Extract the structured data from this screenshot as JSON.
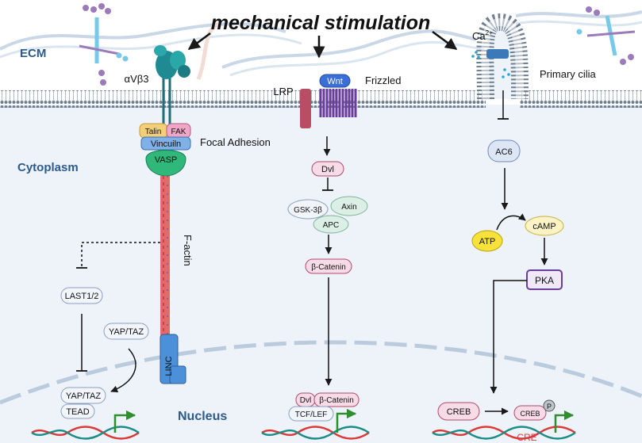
{
  "title": "mechanical stimulation",
  "regions": {
    "ecm": "ECM",
    "cytoplasm": "Cytoplasm",
    "nucleus": "Nucleus"
  },
  "left_pathway": {
    "integrin": "αVβ3",
    "talin": "Talin",
    "fak": "FAK",
    "vinculin": "Vincuiln",
    "focal_adhesion": "Focal Adhesion",
    "vasp": "VASP",
    "f_actin": "F-actin",
    "linc": "LINC",
    "last": "LAST1/2",
    "yap_cyto": "YAP/TAZ",
    "yap_nuc": "YAP/TAZ",
    "tead": "TEAD"
  },
  "middle_pathway": {
    "lrp": "LRP",
    "wnt": "Wnt",
    "frizzled": "Frizzled",
    "dvl": "Dvl",
    "gsk": "GSK-3β",
    "axin": "Axin",
    "apc": "APC",
    "bcat": "β-Catenin",
    "dvl_nuc": "Dvl",
    "bcat_nuc": "β-Catenin",
    "tcf": "TCF/LEF"
  },
  "right_pathway": {
    "ca": "Ca",
    "ca_sup": "2+",
    "primary_cilia": "Primary cilia",
    "ac6": "AC6",
    "atp": "ATP",
    "camp": "cAMP",
    "pka": "PKA",
    "creb": "CREB",
    "creb_small": "CREB",
    "p": "P",
    "cre": "CRE"
  },
  "colors": {
    "membrane": "#6e7f91",
    "cytoplasm": "#eef3f9",
    "nucleus_border": "#b9cbdd",
    "region_label": "#2c5a8a",
    "gray_node": "#f2f5fa",
    "node_border": "#8aa0c2",
    "pink_node": "#f7dbe6",
    "pink_border": "#b24a6c",
    "yellow": "#f7e23a",
    "purple": "#6a3d9a",
    "wnt_blue": "#3a6fd8",
    "green_node": "#dcefe6",
    "vasp_green": "#2fb87a",
    "actin_red": "#e26a6a",
    "gene_arrow": "#2f8f2f",
    "dna_red": "#d83a3a",
    "dna_teal": "#1c8c86",
    "cre_red": "#d83a3a"
  }
}
